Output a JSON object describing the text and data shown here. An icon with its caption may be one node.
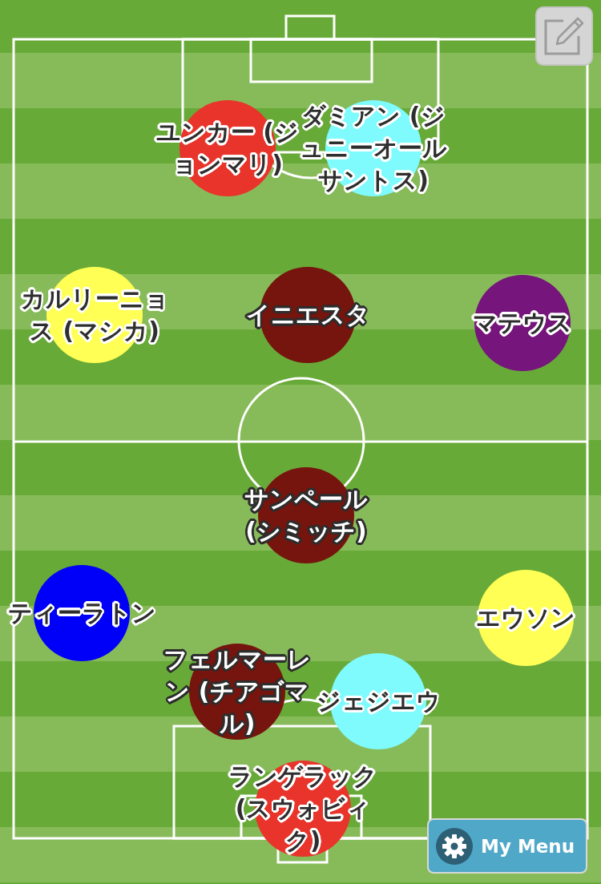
{
  "diagram": {
    "nodes": [
      {
        "text": [
          "ユンカー (ジョンマリ)"
        ]
      },
      {
        "text": [
          "ダミアン (ジュニーオールサントス)"
        ]
      },
      {
        "text": [
          "カルリーニョス (マシカ)"
        ]
      },
      {
        "text": [
          "イニエスタ"
        ]
      },
      {
        "text": [
          "マテウス"
        ]
      },
      {
        "text": [
          "サンペール (シミッチ)"
        ]
      },
      {
        "text": [
          "ティーラトン"
        ]
      },
      {
        "text": [
          "エウソン"
        ]
      },
      {
        "text": [
          "フェルマーレン (チアゴマル)"
        ]
      },
      {
        "text": [
          "ジェジエウ"
        ]
      },
      {
        "text": [
          "ランゲラック (スウォビィク)"
        ]
      }
    ],
    "labels": [
      "My Menu"
    ]
  }
}
